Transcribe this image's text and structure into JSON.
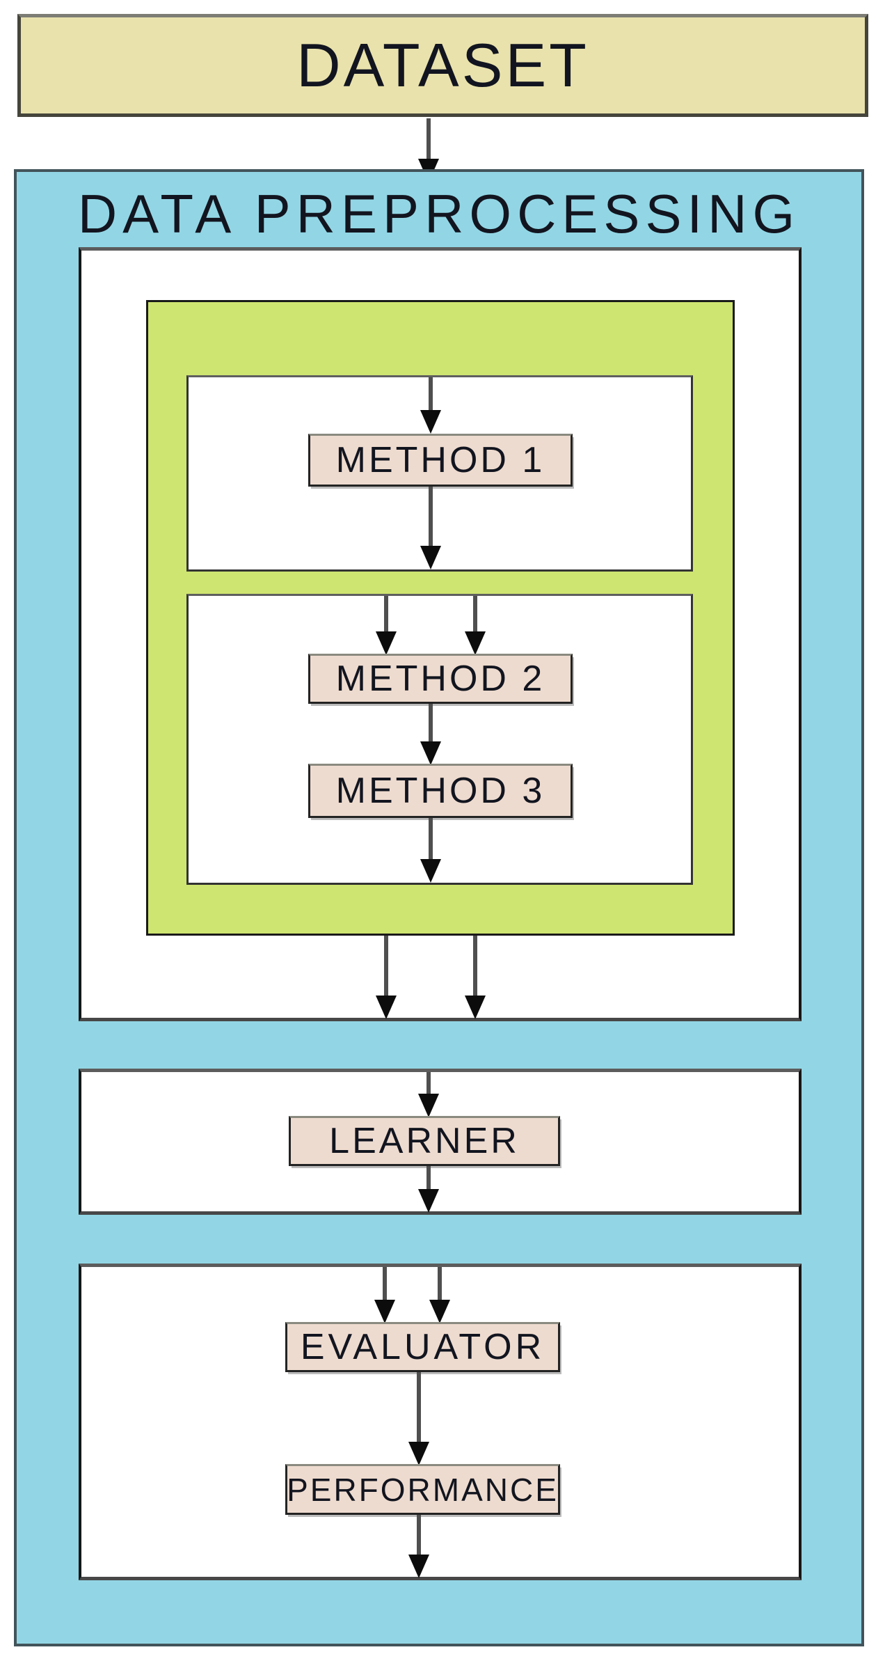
{
  "diagram_title": "Machine learning pipeline flowchart",
  "nodes": {
    "dataset": "DATASET",
    "preprocessing_title": "DATA PREPROCESSING",
    "method1": "METHOD 1",
    "method2": "METHOD 2",
    "method3": "METHOD 3",
    "learner": "LEARNER",
    "evaluator": "EVALUATOR",
    "performance": "PERFORMANCE"
  },
  "edges": [
    {
      "from": "dataset",
      "to": "data_preprocessing",
      "arrows": 1
    },
    {
      "from": "stage1_input",
      "to": "method1",
      "arrows": 1
    },
    {
      "from": "method1",
      "to": "stage1_output",
      "arrows": 1
    },
    {
      "from": "stage2_input",
      "to": "method2",
      "arrows": 2
    },
    {
      "from": "method2",
      "to": "method3",
      "arrows": 1
    },
    {
      "from": "method3",
      "to": "stage2_output",
      "arrows": 1
    },
    {
      "from": "methods_group",
      "to": "learner_stage",
      "arrows": 2
    },
    {
      "from": "learner_stage_input",
      "to": "learner",
      "arrows": 1
    },
    {
      "from": "learner",
      "to": "learner_stage_output",
      "arrows": 1
    },
    {
      "from": "evaluation_stage_input",
      "to": "evaluator",
      "arrows": 2
    },
    {
      "from": "evaluator",
      "to": "performance",
      "arrows": 1
    },
    {
      "from": "performance",
      "to": "evaluation_stage_output",
      "arrows": 1
    }
  ],
  "palette": {
    "canvas_bg": "#ffffff",
    "dataset_fill": "#e9e2ac",
    "dataset_border": "#45453c",
    "blue_fill": "#92d6e5",
    "blue_border": "#42545a",
    "green_fill": "#cfe571",
    "green_border": "#1a1a1a",
    "node_fill": "#eedbcf",
    "node_border": "#232323",
    "text_color": "#12151f",
    "arrow_stem": "#4f4f4f",
    "arrow_head": "#0c0c0c"
  }
}
